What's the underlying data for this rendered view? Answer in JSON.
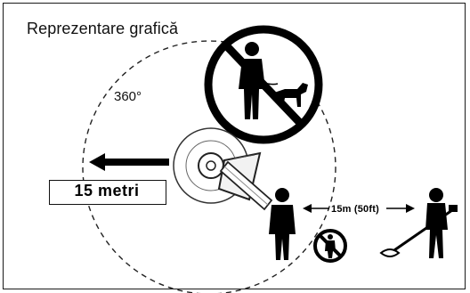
{
  "title": "Reprezentare grafică",
  "angle_label": "360°",
  "distance_label": "15 metri",
  "separation_label": "15m (50ft)",
  "colors": {
    "ink": "#000000",
    "background": "#ffffff",
    "frame": "#1a1a1a"
  },
  "icons": [
    "no-people-no-pets-sign-icon",
    "trimmer-head-icon",
    "bystander-icon",
    "small-no-people-sign-icon",
    "trimmer-operator-icon",
    "direction-arrow-icon"
  ]
}
